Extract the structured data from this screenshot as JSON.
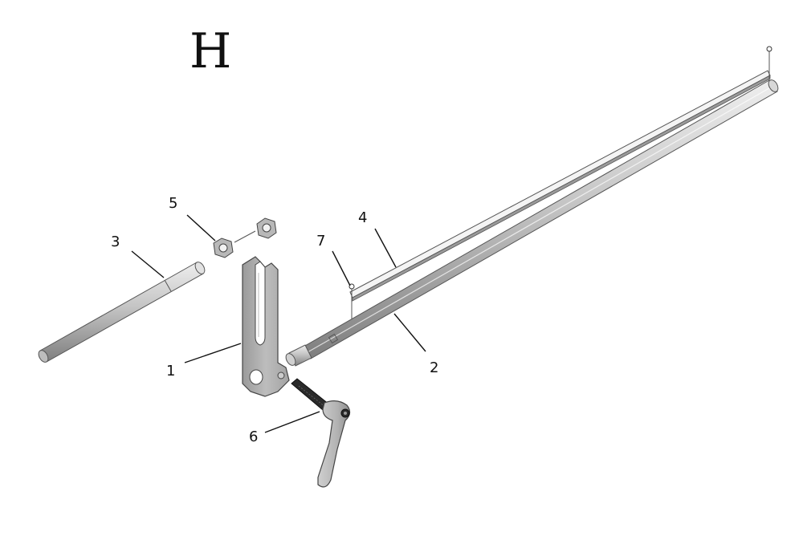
{
  "diagram": {
    "heading": "H",
    "callouts": [
      {
        "id": "c1",
        "label": "1",
        "part": "clamp-bracket"
      },
      {
        "id": "c2",
        "label": "2",
        "part": "long-rod"
      },
      {
        "id": "c3",
        "label": "3",
        "part": "short-rod"
      },
      {
        "id": "c4",
        "label": "4",
        "part": "flat-bar"
      },
      {
        "id": "c5",
        "label": "5",
        "part": "hex-nut"
      },
      {
        "id": "c6",
        "label": "6",
        "part": "clamping-lever"
      },
      {
        "id": "c7",
        "label": "7",
        "part": "cotter-pin"
      }
    ],
    "colors": {
      "ink": "#111111",
      "metal_light": "#dcdcdc",
      "metal_mid": "#b4b4b4",
      "metal_dark": "#8a8a8a",
      "bolt": "#2a2a2a"
    }
  }
}
